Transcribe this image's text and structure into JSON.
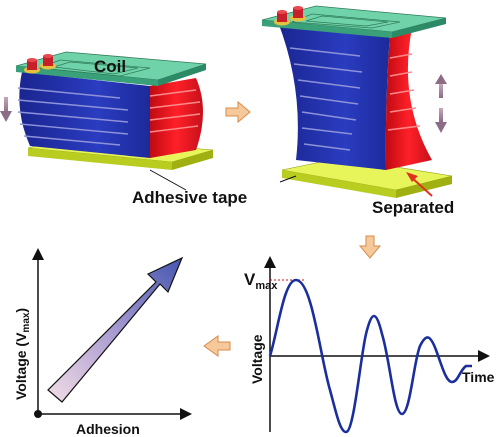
{
  "labels": {
    "coil": "Coil",
    "adhesive_tape": "Adhesive tape",
    "separated": "Separated",
    "voltage_vmax": "Voltage (V",
    "voltage_vmax_sub": "max",
    "voltage_vmax_close": ")",
    "adhesion": "Adhesion",
    "vmax": "V",
    "vmax_sub": "max",
    "voltage": "Voltage",
    "time": "Time"
  },
  "colors": {
    "blue_body": "#1f2fa6",
    "red_body": "#e01018",
    "coil_plate": "#5cc39a",
    "tape": "#d7ea3a",
    "arrow_orange": "#f5b98a",
    "arrow_purple": "#a9889f",
    "wave": "#1b2e9e",
    "vmax_dash": "#d01010"
  }
}
